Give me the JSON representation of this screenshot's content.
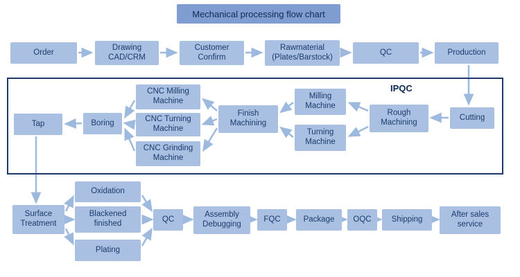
{
  "title": "Mechanical processing flow chart",
  "ipqc_label": "IPQC",
  "nodes": {
    "order": "Order",
    "drawing": "Drawing CAD/CRM",
    "customer_confirm": "Customer Confirm",
    "rawmaterial": "Rawmaterial (Plates/Barstock)",
    "qc1": "QC",
    "production": "Production",
    "cutting": "Cutting",
    "rough_machining": "Rough Machining",
    "milling_machine": "Milling Machine",
    "turning_machine": "Turning Machine",
    "finish_machining": "Finish Machining",
    "cnc_milling": "CNC Milling Machine",
    "cnc_turning": "CNC Turning Machine",
    "cnc_grinding": "CNC Grinding Machine",
    "boring": "Boring",
    "tap": "Tap",
    "surface_treatment": "Surface Treatment",
    "oxidation": "Oxidation",
    "blackened": "Blackened finished",
    "plating": "Plating",
    "qc2": "QC",
    "assembly": "Assembly Debugging",
    "fqc": "FQC",
    "package": "Package",
    "oqc": "OQC",
    "shipping": "Shipping",
    "after_sales": "After sales service"
  },
  "colors": {
    "node_bg": "#a9c0e3",
    "title_bg": "#7f9dd1",
    "text": "#1b3a6b",
    "arrow": "#9db9de",
    "ipqc_border": "#1b3a6b"
  },
  "flow": {
    "row1": [
      "Order",
      "Drawing CAD/CRM",
      "Customer Confirm",
      "Rawmaterial (Plates/Barstock)",
      "QC",
      "Production"
    ],
    "ipqc_row": [
      "Cutting",
      "Rough Machining",
      "Milling Machine / Turning Machine",
      "Finish Machining",
      "CNC Milling Machine / CNC Turning Machine / CNC Grinding Machine",
      "Boring",
      "Tap"
    ],
    "row3": [
      "Surface Treatment",
      "Oxidation / Blackened finished / Plating",
      "QC",
      "Assembly Debugging",
      "FQC",
      "Package",
      "OQC",
      "Shipping",
      "After sales service"
    ]
  }
}
